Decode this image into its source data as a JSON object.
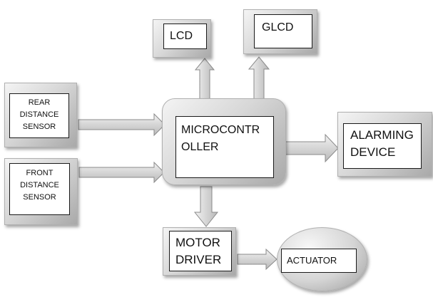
{
  "blocks": {
    "lcd": {
      "label": "LCD"
    },
    "glcd": {
      "label": "GLCD"
    },
    "rear_sensor": {
      "line1": "REAR",
      "line2": "DISTANCE",
      "line3": "SENSOR"
    },
    "front_sensor": {
      "line1": "FRONT",
      "line2": "DISTANCE",
      "line3": "SENSOR"
    },
    "microcontroller": {
      "line1": "MICROCONTR",
      "line2": "OLLER"
    },
    "alarming_device": {
      "line1": "ALARMING",
      "line2": "DEVICE"
    },
    "motor_driver": {
      "line1": "MOTOR",
      "line2": "DRIVER"
    },
    "actuator": {
      "label": "ACTUATOR"
    }
  },
  "connections": [
    {
      "from": "rear_sensor",
      "to": "microcontroller",
      "shape": "block-arrow"
    },
    {
      "from": "front_sensor",
      "to": "microcontroller",
      "shape": "block-arrow"
    },
    {
      "from": "microcontroller",
      "to": "lcd",
      "shape": "block-arrow"
    },
    {
      "from": "microcontroller",
      "to": "glcd",
      "shape": "block-arrow"
    },
    {
      "from": "microcontroller",
      "to": "alarming_device",
      "shape": "block-arrow"
    },
    {
      "from": "microcontroller",
      "to": "motor_driver",
      "shape": "block-arrow"
    },
    {
      "from": "motor_driver",
      "to": "actuator",
      "shape": "block-arrow"
    }
  ],
  "colors": {
    "background": "#ffffff",
    "frame_light": "#f4f4f4",
    "frame_dark": "#a9a9a9",
    "arrow_fill": "#d4d4d4",
    "arrow_stroke": "#8a8a8a",
    "box_border": "#1a1a1a",
    "text": "#111111"
  }
}
